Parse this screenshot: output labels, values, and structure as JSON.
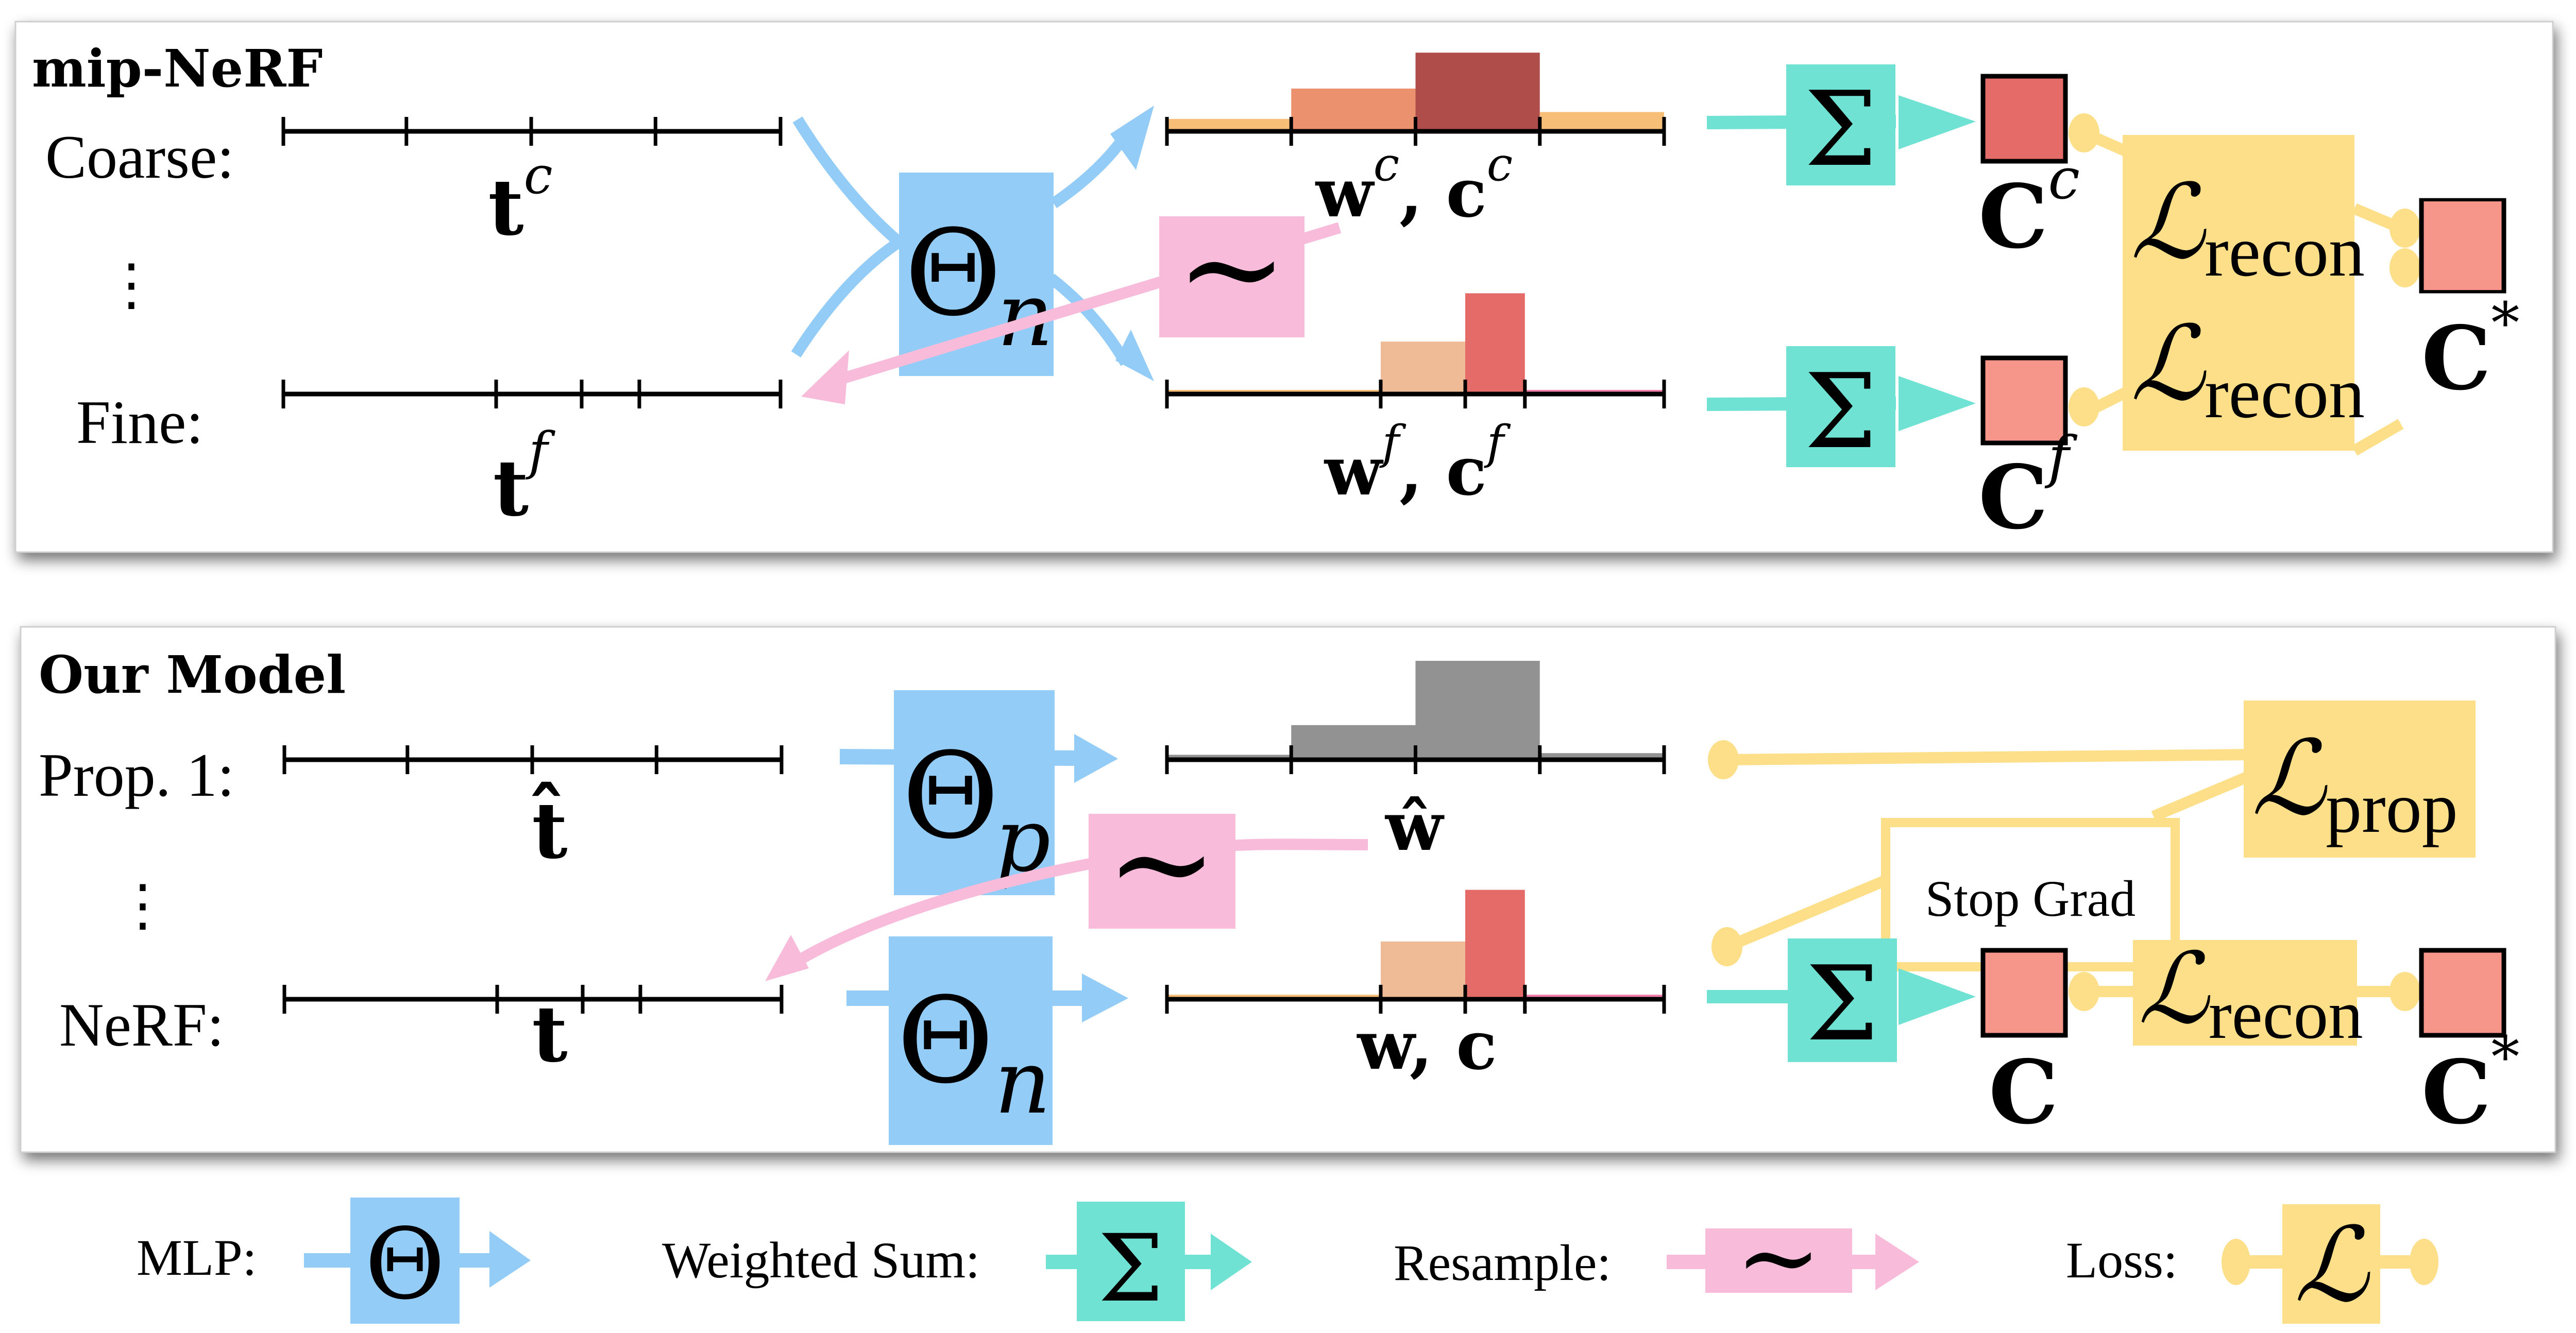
{
  "colors": {
    "mlp": "#93CCF6",
    "weighted_sum": "#70E2D3",
    "resample": "#F8BCDA",
    "loss": "#FCDF88",
    "coarse_color": "#E56B69",
    "fine_color": "#F6958A",
    "hist_low": "#F7BE78",
    "hist_mid": "#EB916D",
    "hist_high": "#AE4D4A",
    "hist_fine_mid": "#EFBB96",
    "hist_tail_pink": "#F27FAA",
    "proposal_gray": "#929292"
  },
  "top_panel": {
    "title": "mip-NeRF",
    "rows": [
      {
        "label": "Coarse:",
        "samples_symbol": "t",
        "samples_sup": "c",
        "weights_label": "w",
        "weights_sup": "c",
        "colors_label": "c",
        "colors_sup": "c",
        "render_label": "C",
        "render_sup": "c"
      },
      {
        "label": "Fine:",
        "samples_symbol": "t",
        "samples_sup": "f",
        "weights_label": "w",
        "weights_sup": "f",
        "colors_label": "c",
        "colors_sup": "f",
        "render_label": "C",
        "render_sup": "f"
      }
    ],
    "vdots": "⋮",
    "mlp_symbol": "Θ",
    "mlp_sub": "n",
    "resample_symbol": "∼",
    "sum_symbol": "Σ",
    "loss_symbol": "ℒ",
    "loss_sub": "recon",
    "target_label": "C",
    "target_sup": "*"
  },
  "bottom_panel": {
    "title": "Our Model",
    "rows": [
      {
        "label": "Prop. 1:",
        "samples_symbol": "t̂",
        "weights_label": "ŵ",
        "mlp_sub": "p"
      },
      {
        "label": "NeRF:",
        "samples_symbol": "t",
        "weights_label": "w, c",
        "mlp_sub": "n",
        "render_label": "C"
      }
    ],
    "vdots": "⋮",
    "mlp_symbol": "Θ",
    "resample_symbol": "∼",
    "sum_symbol": "Σ",
    "loss_symbol": "ℒ",
    "prop_loss_sub": "prop",
    "recon_loss_sub": "recon",
    "stop_grad": "Stop Grad",
    "target_label": "C",
    "target_sup": "*"
  },
  "legend": {
    "items": [
      {
        "label": "MLP:",
        "symbol": "Θ"
      },
      {
        "label": "Weighted Sum:",
        "symbol": "Σ"
      },
      {
        "label": "Resample:",
        "symbol": "∼"
      },
      {
        "label": "Loss:",
        "symbol": "ℒ"
      }
    ]
  },
  "histograms": {
    "coarse": {
      "bin_edges": [
        0,
        0.25,
        0.5,
        0.75,
        1.0
      ],
      "weights": [
        0.09,
        0.31,
        0.57,
        0.14
      ]
    },
    "fine": {
      "bin_edges": [
        0,
        0.43,
        0.6,
        0.72,
        1.0
      ],
      "weights": [
        0.03,
        0.38,
        0.73,
        0.03
      ]
    },
    "proposal": {
      "bin_edges": [
        0,
        0.25,
        0.5,
        0.75,
        1.0
      ],
      "weights": [
        0.03,
        0.21,
        0.6,
        0.04
      ]
    },
    "nerf": {
      "bin_edges": [
        0,
        0.43,
        0.6,
        0.72,
        1.0
      ],
      "weights": [
        0.03,
        0.38,
        0.72,
        0.03
      ]
    }
  }
}
